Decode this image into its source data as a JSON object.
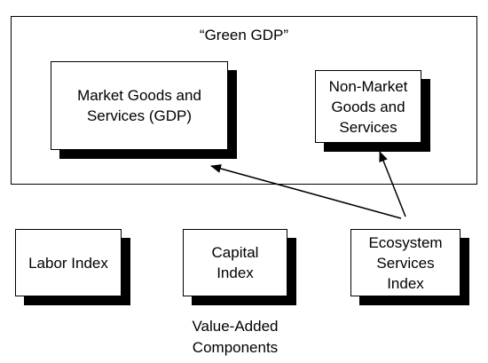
{
  "diagram": {
    "title": "“Green GDP”",
    "boxes": {
      "market": "Market Goods and Services (GDP)",
      "nonmarket": "Non-Market Goods and Services",
      "labor": "Labor Index",
      "capital": "Capital Index",
      "ecosystem": "Ecosystem Services Index"
    },
    "caption": "Value-Added Components"
  }
}
